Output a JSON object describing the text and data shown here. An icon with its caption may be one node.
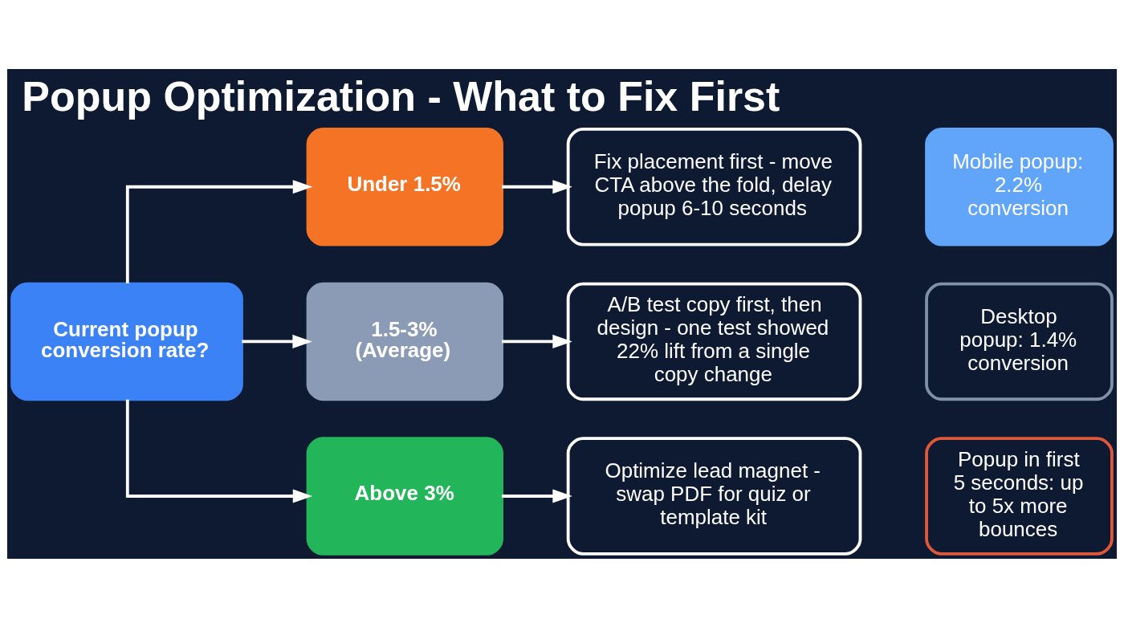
{
  "diagram": {
    "title": "Popup Optimization - What to Fix First",
    "nodes": [
      {
        "text": [
          "Current popup conversion rate?"
        ]
      },
      {
        "text": [
          "Under 1.5%"
        ]
      },
      {
        "text": [
          "1.5-3% (Average)"
        ]
      },
      {
        "text": [
          "Above 3%"
        ]
      },
      {
        "text": [
          "Fix placement first - move CTA above the fold, delay popup 6-10 seconds"
        ]
      },
      {
        "text": [
          "A/B test copy first, then design - one test showed 22% lift from a single copy change"
        ]
      },
      {
        "text": [
          "Optimize lead magnet - swap PDF for quiz or template kit"
        ]
      },
      {
        "text": [
          "Mobile popup: 2.2% conversion"
        ]
      },
      {
        "text": [
          "Desktop popup: 1.4% conversion"
        ]
      },
      {
        "text": [
          "Popup in first 5 seconds: up to 5x more bounces"
        ]
      }
    ],
    "edges": [
      {
        "from": 0,
        "to": 1,
        "arrow": "to"
      },
      {
        "from": 0,
        "to": 2,
        "arrow": "to"
      },
      {
        "from": 0,
        "to": 3,
        "arrow": "to"
      },
      {
        "from": 1,
        "to": 4,
        "arrow": "to"
      },
      {
        "from": 2,
        "to": 5,
        "arrow": "to"
      },
      {
        "from": 3,
        "to": 6,
        "arrow": "to"
      }
    ]
  }
}
